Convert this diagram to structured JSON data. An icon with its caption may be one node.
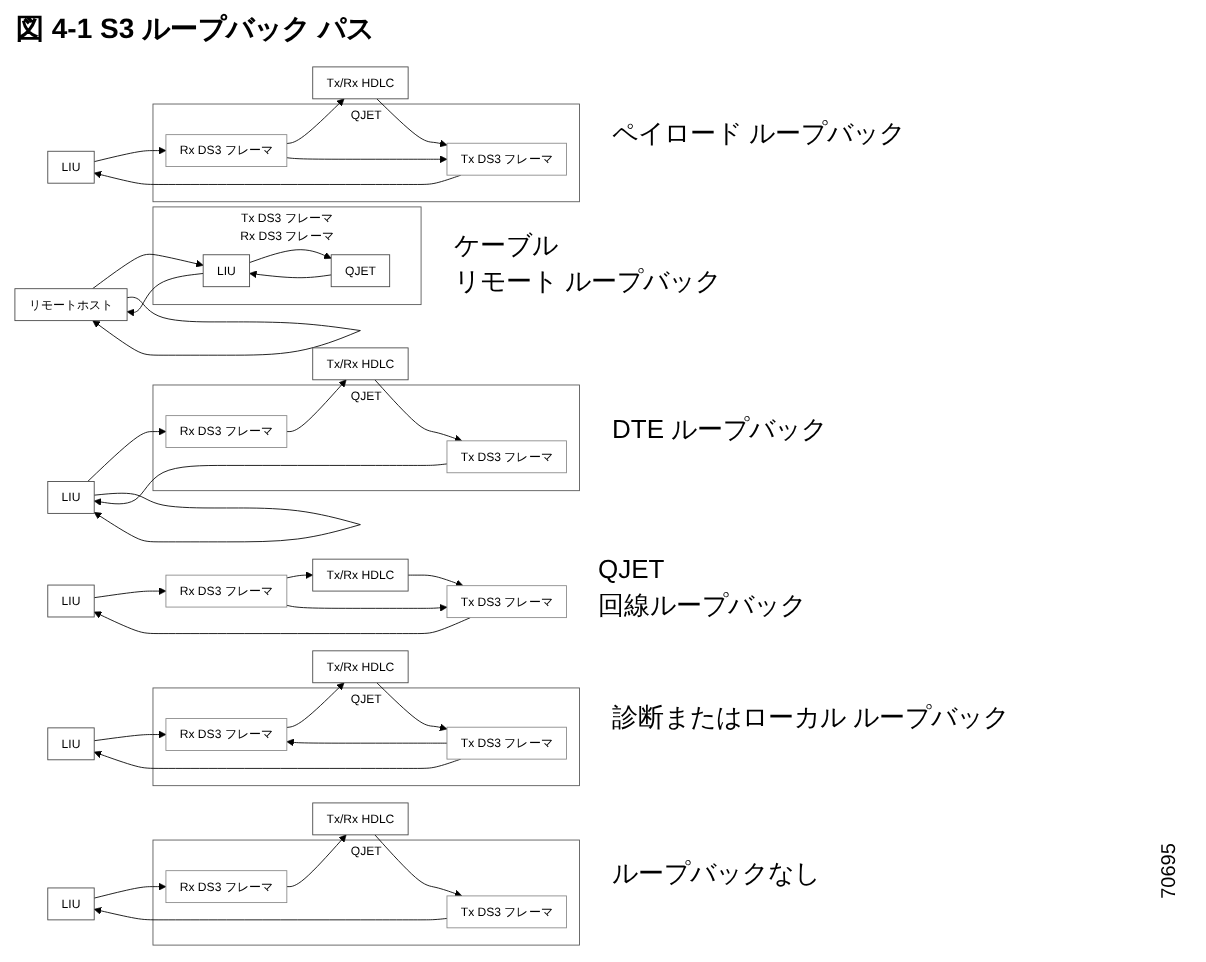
{
  "diagram": {
    "title": "図 4-1 S3 ループバック パス",
    "nodes": [
      {
        "text": [
          "LIU"
        ]
      },
      {
        "text": [
          "QJET"
        ]
      },
      {
        "text": [
          "Tx DS3 フレーマ"
        ],
        "in": 1
      },
      {
        "text": [
          "Rx DS3 フレーマ"
        ],
        "in": 1
      },
      {
        "text": [
          "Tx/Rx HDLC"
        ]
      },
      {
        "text": [
          "LIU"
        ]
      },
      {
        "text": [
          "QJET"
        ]
      },
      {
        "text": [
          "Tx DS3 フレーマ"
        ],
        "in": 6
      },
      {
        "text": [
          "Rx DS3 フレーマ"
        ],
        "in": 6
      },
      {
        "text": [
          "Tx/Rx HDLC"
        ]
      },
      {
        "text": [
          "LIU"
        ]
      },
      {
        "text": [
          "Tx DS3 フレーマ"
        ]
      },
      {
        "text": [
          "Rx DS3 フレーマ"
        ]
      },
      {
        "text": [
          "Tx/Rx HDLC"
        ]
      },
      {
        "text": [
          "LIU"
        ]
      },
      {
        "text": [
          "QJET"
        ]
      },
      {
        "text": [
          "Tx DS3 フレーマ"
        ],
        "in": 15
      },
      {
        "text": [
          "Rx DS3 フレーマ"
        ],
        "in": 15
      },
      {
        "text": [
          "Tx/Rx HDLC"
        ]
      },
      {
        "text": [
          "リモートホスト"
        ]
      },
      {
        "text": [
          "Tx DS3 フレーマ",
          "Rx DS3 フレーマ"
        ]
      },
      {
        "text": [
          "LIU"
        ],
        "in": 20
      },
      {
        "text": [
          "QJET"
        ],
        "in": 20
      },
      {
        "text": [
          "LIU"
        ]
      },
      {
        "text": [
          "QJET"
        ]
      },
      {
        "text": [
          "Tx DS3 フレーマ"
        ],
        "in": 24
      },
      {
        "text": [
          "Rx DS3 フレーマ"
        ],
        "in": 24
      },
      {
        "text": [
          "Tx/Rx HDLC"
        ]
      }
    ],
    "edges": [
      {
        "from": 4,
        "to": 2,
        "arrow": "to"
      },
      {
        "from": 2,
        "to": 0,
        "arrow": "to"
      },
      {
        "from": 0,
        "to": 3,
        "arrow": "to"
      },
      {
        "from": 3,
        "to": 4,
        "arrow": "to"
      },
      {
        "from": 9,
        "to": 7,
        "arrow": "to"
      },
      {
        "from": 7,
        "to": 5,
        "arrow": "to"
      },
      {
        "from": 5,
        "to": 8,
        "arrow": "to"
      },
      {
        "from": 8,
        "to": 9,
        "arrow": "to"
      },
      {
        "from": 7,
        "to": 8,
        "arrow": "to"
      },
      {
        "from": 13,
        "to": 11,
        "arrow": "to"
      },
      {
        "from": 11,
        "to": 10,
        "arrow": "to"
      },
      {
        "from": 10,
        "to": 12,
        "arrow": "to"
      },
      {
        "from": 12,
        "to": 13,
        "arrow": "to"
      },
      {
        "from": 12,
        "to": 11,
        "arrow": "to"
      },
      {
        "from": 18,
        "to": 16,
        "arrow": "to"
      },
      {
        "from": 16,
        "to": 14,
        "arrow": "to"
      },
      {
        "from": 14,
        "to": 17,
        "arrow": "to"
      },
      {
        "from": 17,
        "to": 18,
        "arrow": "to"
      },
      {
        "from": 17,
        "to": 16,
        "arrow": "to"
      },
      {
        "from": 21,
        "to": 19,
        "arrow": "to"
      },
      {
        "from": 19,
        "to": 21,
        "arrow": "to"
      },
      {
        "from": 19,
        "to": 19,
        "arrow": "to"
      },
      {
        "from": 22,
        "to": 21,
        "arrow": "to"
      },
      {
        "from": 21,
        "to": 22,
        "arrow": "to"
      },
      {
        "from": 27,
        "to": 25,
        "arrow": "to"
      },
      {
        "from": 25,
        "to": 23,
        "arrow": "to"
      },
      {
        "from": 23,
        "to": 26,
        "arrow": "to"
      },
      {
        "from": 26,
        "to": 27,
        "arrow": "to"
      },
      {
        "from": 23,
        "to": 23,
        "arrow": "to"
      }
    ],
    "labels": [
      "ループバックなし",
      "診断またはローカル ループバック",
      "QJET",
      "回線ループバック",
      "ペイロード ループバック",
      "ケーブル",
      "リモート ループバック",
      "DTE ループバック",
      "70695"
    ]
  }
}
